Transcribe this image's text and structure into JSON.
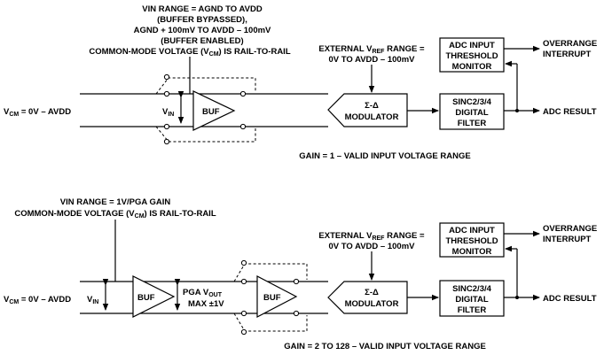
{
  "top": {
    "vin_range_title": "VIN RANGE = AGND TO AVDD",
    "vin_range_bypassed": "(BUFFER BYPASSED),",
    "vin_range_enabled": "AGND + 100mV TO AVDD – 100mV",
    "vin_range_enabled_note": "(BUFFER ENABLED)",
    "cm_voltage_pre": "COMMON-MODE VOLTAGE (V",
    "cm_voltage_sub": "CM",
    "cm_voltage_post": ") IS RAIL-TO-RAIL",
    "vref_line1_pre": "EXTERNAL V",
    "vref_line1_sub": "REF",
    "vref_line1_post": " RANGE =",
    "vref_line2": "0V TO AVDD – 100mV",
    "vcm_pre": "V",
    "vcm_sub": "CM",
    "vcm_post": " = 0V – AVDD",
    "vin_pre": "V",
    "vin_sub": "IN",
    "buf_label": "BUF",
    "modulator_line1": "Σ-Δ",
    "modulator_line2": "MODULATOR",
    "threshold_line1": "ADC INPUT",
    "threshold_line2": "THRESHOLD",
    "threshold_line3": "MONITOR",
    "filter_line1": "SINC2/3/4",
    "filter_line2": "DIGITAL",
    "filter_line3": "FILTER",
    "overrange_line1": "OVERRANGE",
    "overrange_line2": "INTERRUPT",
    "adc_result": "ADC RESULT",
    "caption": "GAIN = 1 – VALID INPUT VOLTAGE RANGE"
  },
  "bottom": {
    "vin_range_title": "VIN RANGE = 1V/PGA GAIN",
    "cm_voltage_pre": "COMMON-MODE VOLTAGE (V",
    "cm_voltage_sub": "CM",
    "cm_voltage_post": ") IS RAIL-TO-RAIL",
    "vref_line1_pre": "EXTERNAL V",
    "vref_line1_sub": "REF",
    "vref_line1_post": " RANGE =",
    "vref_line2": "0V TO AVDD – 100mV",
    "vcm_pre": "V",
    "vcm_sub": "CM",
    "vcm_post": " = 0V – AVDD",
    "vin_pre": "V",
    "vin_sub": "IN",
    "buf_label_1": "BUF",
    "buf_label_2": "BUF",
    "pga_line1_pre": "PGA V",
    "pga_line1_sub": "OUT",
    "pga_line2": "MAX ±1V",
    "modulator_line1": "Σ-Δ",
    "modulator_line2": "MODULATOR",
    "threshold_line1": "ADC INPUT",
    "threshold_line2": "THRESHOLD",
    "threshold_line3": "MONITOR",
    "filter_line1": "SINC2/3/4",
    "filter_line2": "DIGITAL",
    "filter_line3": "FILTER",
    "overrange_line1": "OVERRANGE",
    "overrange_line2": "INTERRUPT",
    "adc_result": "ADC RESULT",
    "caption": "GAIN = 2 TO 128 – VALID INPUT VOLTAGE RANGE"
  }
}
